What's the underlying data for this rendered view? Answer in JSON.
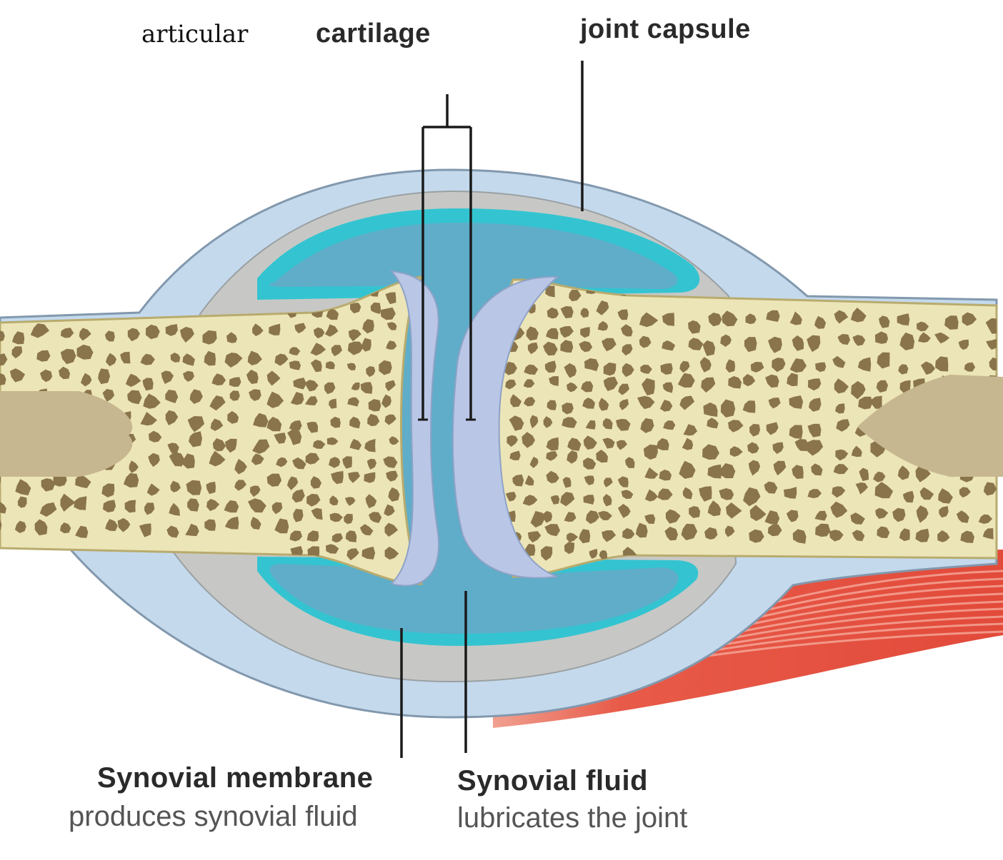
{
  "labels": {
    "articular": "articular",
    "cartilage": "cartilage",
    "joint_capsule": "joint capsule",
    "synovial_membrane": "Synovial membrane",
    "synovial_membrane_desc": "produces synovial fluid",
    "synovial_fluid": "Synovial fluid",
    "synovial_fluid_desc": "lubricates the joint"
  },
  "colors": {
    "bone": "#ece5b7",
    "bone_outline": "#b8ab6e",
    "spongy_bone": "#8a744b",
    "marrow": "#c7b791",
    "cartilage": "#b9c6e6",
    "synovial_fluid": "#5fadc8",
    "synovial_membrane": "#34c4d1",
    "capsule_inner": "#c7c8c5",
    "capsule_outer": "#c4d9ec",
    "muscle": "#e85a48",
    "leader_line": "#1a1a1a"
  }
}
